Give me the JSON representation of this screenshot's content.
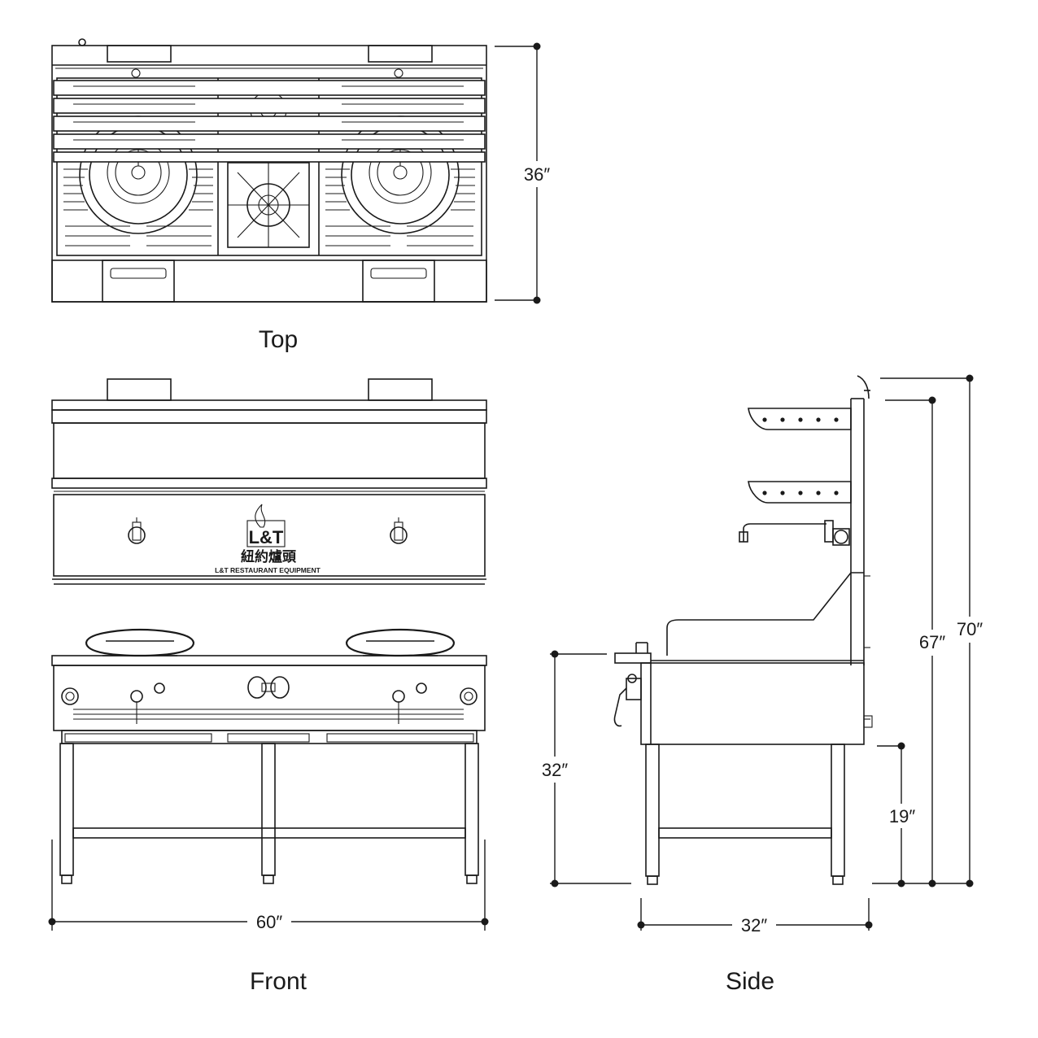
{
  "views": {
    "top": "Top",
    "front": "Front",
    "side": "Side"
  },
  "dimensions": {
    "depth_top": "36″",
    "width_front": "60″",
    "counter_height": "32″",
    "depth_side": "32″",
    "leg_height": "19″",
    "splash_height": "67″",
    "overall_height": "70″"
  },
  "brand": {
    "logo": "L&T",
    "chinese_name": "紐約爐頭",
    "company": "L&T RESTAURANT EQUIPMENT"
  }
}
